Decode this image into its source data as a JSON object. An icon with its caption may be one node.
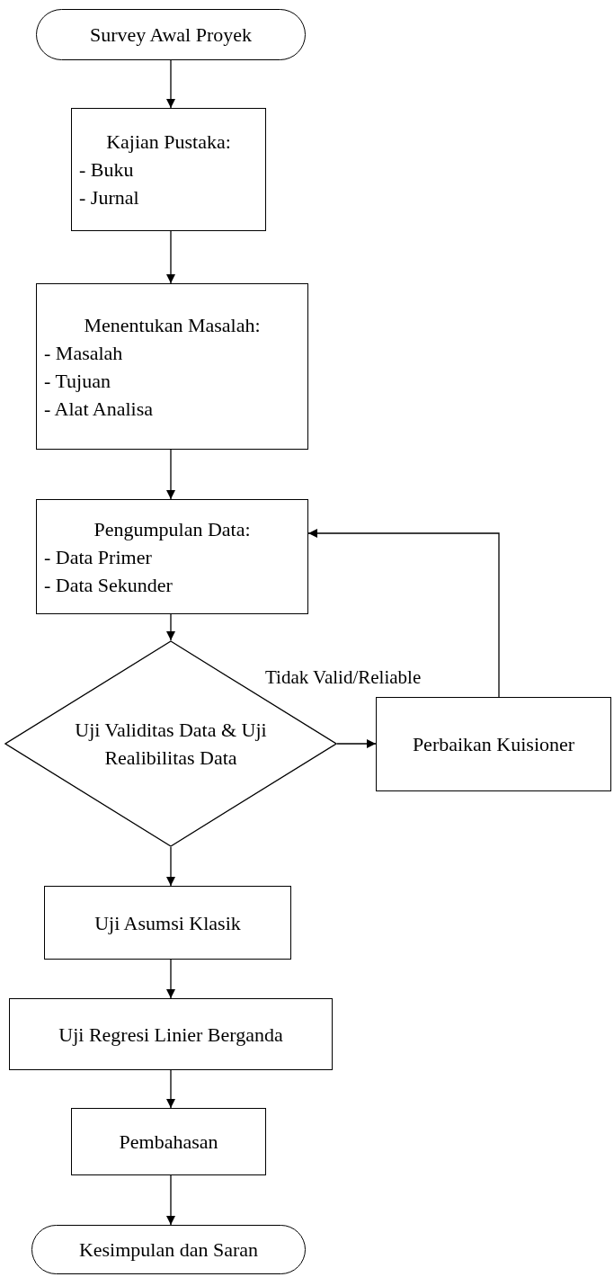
{
  "diagram": {
    "nodes": [
      {
        "text": [
          "Survey Awal Proyek"
        ]
      },
      {
        "text": [
          "Kajian Pustaka:",
          "- Buku",
          "- Jurnal"
        ]
      },
      {
        "text": [
          "Menentukan Masalah:",
          "- Masalah",
          "- Tujuan",
          "- Alat Analisa"
        ]
      },
      {
        "text": [
          "Pengumpulan Data:",
          "- Data Primer",
          "- Data Sekunder"
        ]
      },
      {
        "text": [
          "Uji Validitas Data & Uji Realibilitas Data"
        ]
      },
      {
        "text": [
          "Perbaikan Kuisioner"
        ]
      },
      {
        "text": [
          "Uji Asumsi Klasik"
        ]
      },
      {
        "text": [
          "Uji Regresi Linier Berganda"
        ]
      },
      {
        "text": [
          "Pembahasan"
        ]
      },
      {
        "text": [
          "Kesimpulan dan Saran"
        ]
      }
    ],
    "edges": [
      {
        "from": 0,
        "to": 1,
        "arrow": "to"
      },
      {
        "from": 1,
        "to": 2,
        "arrow": "to"
      },
      {
        "from": 2,
        "to": 3,
        "arrow": "to"
      },
      {
        "from": 3,
        "to": 4,
        "arrow": "to"
      },
      {
        "from": 4,
        "to": 5,
        "arrow": "to",
        "label": "Tidak Valid/Reliable"
      },
      {
        "from": 5,
        "to": 3,
        "arrow": "to"
      },
      {
        "from": 4,
        "to": 6,
        "arrow": "to"
      },
      {
        "from": 6,
        "to": 7,
        "arrow": "to"
      },
      {
        "from": 7,
        "to": 8,
        "arrow": "to"
      },
      {
        "from": 8,
        "to": 9,
        "arrow": "to"
      }
    ]
  }
}
